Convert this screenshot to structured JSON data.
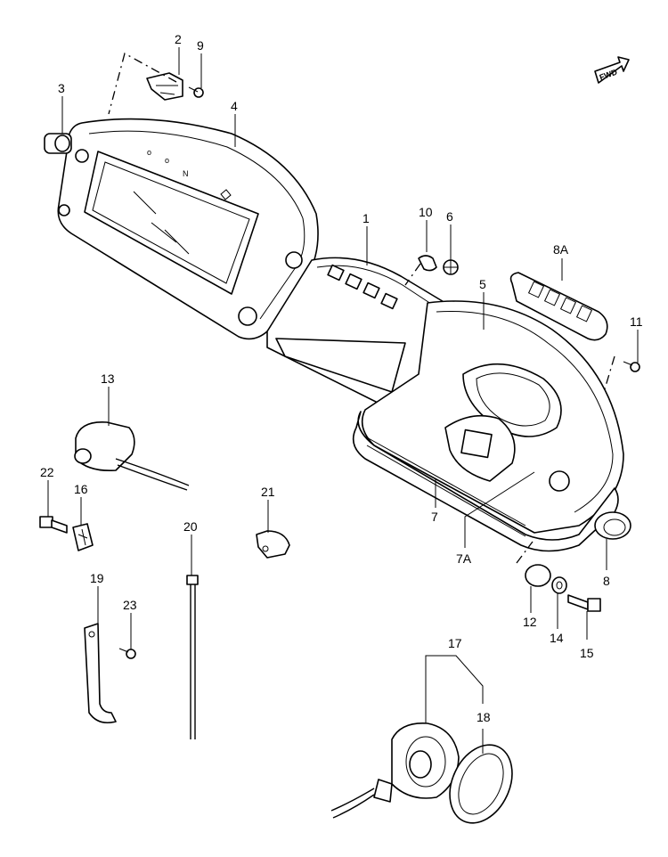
{
  "diagram": {
    "callouts": {
      "c1": "1",
      "c2": "2",
      "c3": "3",
      "c4": "4",
      "c5": "5",
      "c6": "6",
      "c7": "7",
      "c7A": "7A",
      "c8": "8",
      "c8A": "8A",
      "c9": "9",
      "c10": "10",
      "c11": "11",
      "c12": "12",
      "c13": "13",
      "c14": "14",
      "c15": "15",
      "c16": "16",
      "c17": "17",
      "c18": "18",
      "c19": "19",
      "c20": "20",
      "c21": "21",
      "c22": "22",
      "c23": "23"
    },
    "fwd_label": "FWD"
  }
}
